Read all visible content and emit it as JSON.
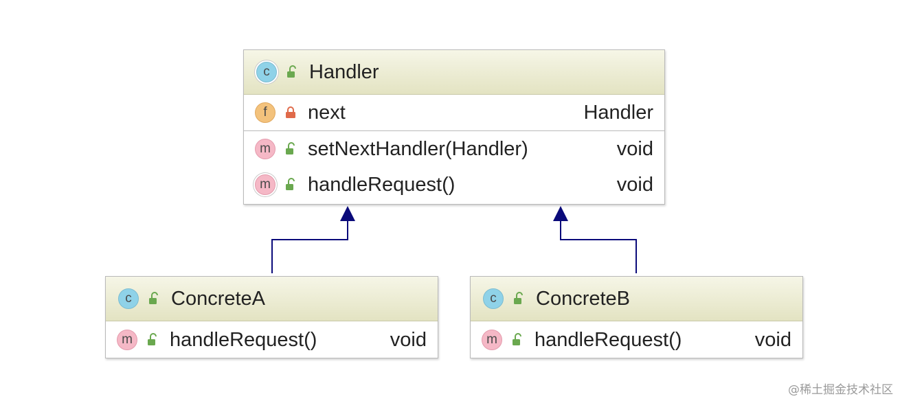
{
  "diagram": {
    "classes": [
      {
        "name": "Handler",
        "kind_badge": "c",
        "abstract": true,
        "fields": [
          {
            "badge": "f",
            "visibility": "private",
            "name": "next",
            "type": "Handler"
          }
        ],
        "methods": [
          {
            "badge": "m",
            "abstract": false,
            "name": "setNextHandler(Handler)",
            "type": "void"
          },
          {
            "badge": "m",
            "abstract": true,
            "name": "handleRequest()",
            "type": "void"
          }
        ]
      },
      {
        "name": "ConcreteA",
        "kind_badge": "c",
        "abstract": false,
        "methods": [
          {
            "badge": "m",
            "abstract": false,
            "name": "handleRequest()",
            "type": "void"
          }
        ]
      },
      {
        "name": "ConcreteB",
        "kind_badge": "c",
        "abstract": false,
        "methods": [
          {
            "badge": "m",
            "abstract": false,
            "name": "handleRequest()",
            "type": "void"
          }
        ]
      }
    ],
    "relations": [
      {
        "type": "inheritance",
        "from": "ConcreteA",
        "to": "Handler"
      },
      {
        "type": "inheritance",
        "from": "ConcreteB",
        "to": "Handler"
      }
    ]
  },
  "icons": {
    "public": "unlocked-lock-icon",
    "private": "locked-lock-icon"
  },
  "colors": {
    "arrow": "#0a0a7a",
    "class_badge": "#8fd2e8",
    "field_badge": "#f3c27c",
    "method_badge": "#f5b8c6",
    "public_icon": "#6aa84f",
    "private_icon": "#e06a4a"
  },
  "watermark": "@稀土掘金技术社区"
}
